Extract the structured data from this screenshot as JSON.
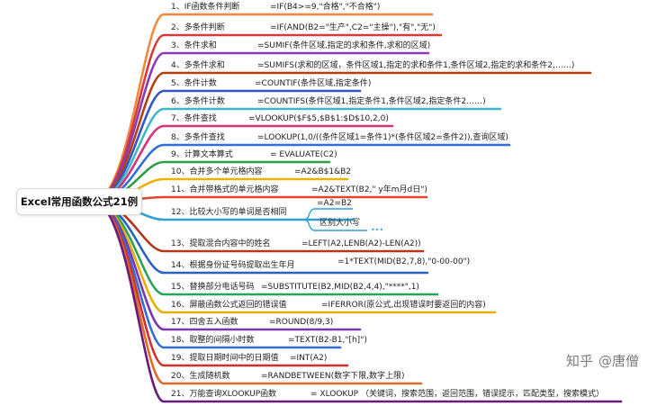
{
  "center_topic": "Excel常用函数公式21例",
  "watermark": {
    "platform": "知乎",
    "author": "@唐僧"
  },
  "branches": [
    {
      "label": "1、IF函数条件判断",
      "formula": "=IF(B4>=9,\"合格\",\"不合格\")",
      "color": "#f0883e"
    },
    {
      "label": "2、多条件判断",
      "formula": "=IF(AND(B2=\"生产\",C2=\"主操\"),\"有\",\"无\")",
      "color": "#d63b3b"
    },
    {
      "label": "3、条件求和",
      "formula": "=SUMIF(条件区域,指定的求和条件,求和的区域)",
      "color": "#8b3ab8"
    },
    {
      "label": "4、多条件求和",
      "formula": "=SUMIFS(求和的区域，条件区域1,指定的求和条件1,条件区域2,指定的求和条件2,……)",
      "color": "#b34010"
    },
    {
      "label": "5、条件计数",
      "formula": "=COUNTIF(条件区域,指定条件)",
      "color": "#3454c8"
    },
    {
      "label": "6、多条件计数",
      "formula": "=COUNTIFS(条件区域1,指定条件1,条件区域2,指定条件2……)",
      "color": "#3fb7c9"
    },
    {
      "label": "7、条件查找",
      "formula": "=VLOOKUP($F$5,$B$1:$D$10,2,0)",
      "color": "#d6337a"
    },
    {
      "label": "8、多条件查找",
      "formula": "=LOOKUP(1,0/((条件区域1=条件1)*(条件区域2=条件2)),查询区域)",
      "color": "#2f6fd6"
    },
    {
      "label": "9、计算文本算式",
      "formula": "= EVALUATE(C2)",
      "color": "#2f9e44"
    },
    {
      "label": "10、合并多个单元格内容",
      "formula": "=A2&B$1&B2",
      "color": "#e8b400"
    },
    {
      "label": "11、合并带格式的单元格内容",
      "formula": "=A2&TEXT(B2,\" y年m月d日\")",
      "color": "#e0452d"
    },
    {
      "label": "12、比较大小写的单词是否相同",
      "formula": "=A2=B2",
      "sub": "区别大小写",
      "color": "#2f9fd6"
    },
    {
      "label": "13、提取混合内容中的姓名",
      "formula": "=LEFT(A2,LENB(A2)-LEN(A2))",
      "color": "#b23a1a"
    },
    {
      "label": "14、根据身份证号码提取出生年月",
      "formula": "=1*TEXT(MID(B2,7,8),\"0-00-00\")",
      "color": "#2a62c0"
    },
    {
      "label": "15、替换部分电话号码",
      "formula": "=SUBSTITUTE(B2,MID(B2,4,4),\"****\",1)",
      "color": "#2ba25a"
    },
    {
      "label": "16、屏蔽函数公式返回的错误值",
      "formula": "=IFERROR(原公式,出现错误时要返回的内容)",
      "color": "#e5b000"
    },
    {
      "label": "17、四舍五入函数",
      "formula": "=ROUND(8/9,3)",
      "color": "#7a38b0"
    },
    {
      "label": "18、取整的间隔小时数",
      "formula": "=TEXT(B2-B1,\"[h]\")",
      "color": "#2f6fd6"
    },
    {
      "label": "19、提取日期时间中的日期值",
      "formula": "=INT(A2)",
      "color": "#d02f2f"
    },
    {
      "label": "20、生成随机数",
      "formula": "=RANDBETWEEN(数字下限,数字上限)",
      "color": "#e06a28"
    },
    {
      "label": "21、万能查询XLOOKUP函数",
      "formula": "= XLOOKUP （关键词，搜索范围，返回范围，错误提示，匹配类型，搜索模式）",
      "color": "#6a1a7a"
    }
  ]
}
